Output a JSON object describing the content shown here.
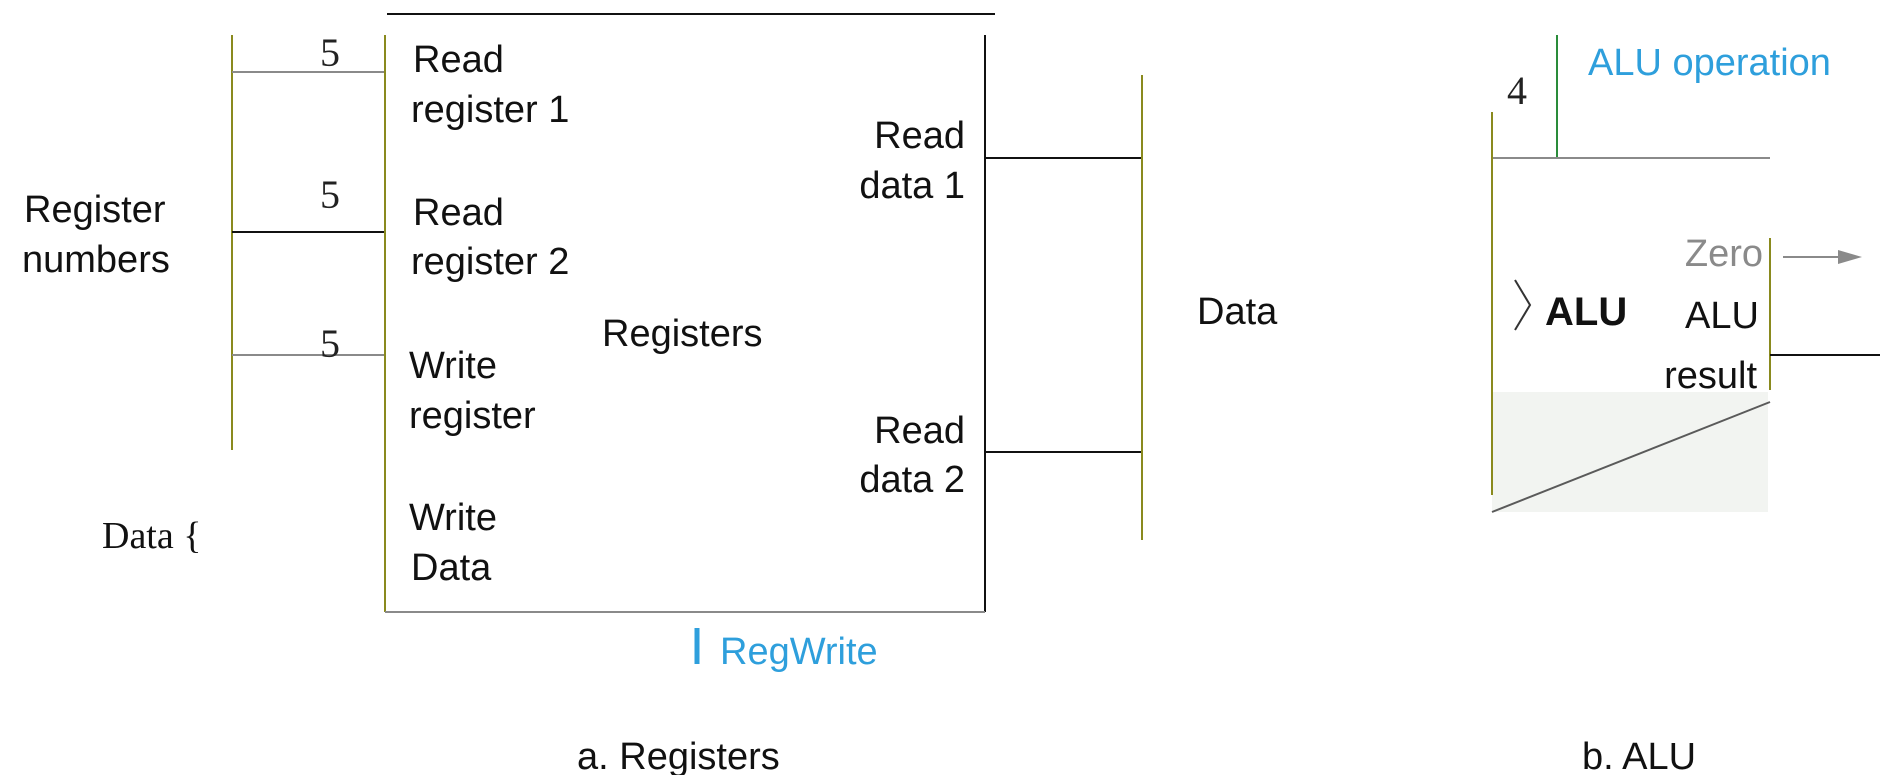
{
  "registers": {
    "input_numbers_label_line1": "Register",
    "input_numbers_label_line2": "numbers",
    "bit_width_rr1": "5",
    "bit_width_rr2": "5",
    "bit_width_wr": "5",
    "port_read_reg1_line1": "Read",
    "port_read_reg1_line2": "register 1",
    "port_read_reg2_line1": "Read",
    "port_read_reg2_line2": "register 2",
    "port_write_reg_line1": "Write",
    "port_write_reg_line2": "register",
    "port_write_data_line1": "Write",
    "port_write_data_line2": "Data",
    "block_title": "Registers",
    "port_read_data1_line1": "Read",
    "port_read_data1_line2": "data 1",
    "port_read_data2_line1": "Read",
    "port_read_data2_line2": "data 2",
    "output_data_label": "Data",
    "input_data_label": "Data {",
    "control_label": "RegWrite",
    "caption": "a. Registers"
  },
  "alu": {
    "operation_width": "4",
    "operation_label": "ALU operation",
    "block_title": "ALU",
    "output_zero": "Zero",
    "output_result_line1": "ALU",
    "output_result_line2": "result",
    "caption": "b. ALU"
  },
  "colors": {
    "control_blue": "#2e9fdc",
    "wire_olive": "#8a8a1e",
    "wire_black": "#111111"
  }
}
